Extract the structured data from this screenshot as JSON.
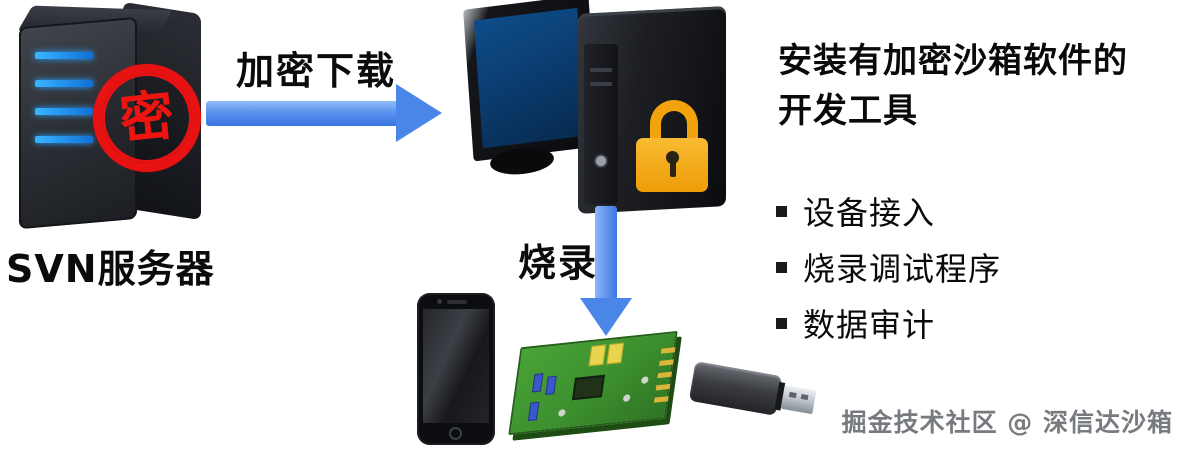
{
  "server": {
    "label": "SVN服务器",
    "seal_char": "密"
  },
  "flow": {
    "download_label": "加密下载",
    "burn_label": "烧录"
  },
  "devtool": {
    "heading_line1": "安装有加密沙箱软件的",
    "heading_line2": "开发工具",
    "bullets": [
      "设备接入",
      "烧录调试程序",
      "数据审计"
    ]
  },
  "watermark": "掘金技术社区 @ 深信达沙箱",
  "colors": {
    "arrow_blue": "#4a86e8",
    "lock_orange": "#f2a20c",
    "seal_red": "#e81212",
    "led_blue": "#2aa0ff",
    "pcb_green": "#3c8f2e",
    "screen_blue": "#0a3a6b"
  }
}
